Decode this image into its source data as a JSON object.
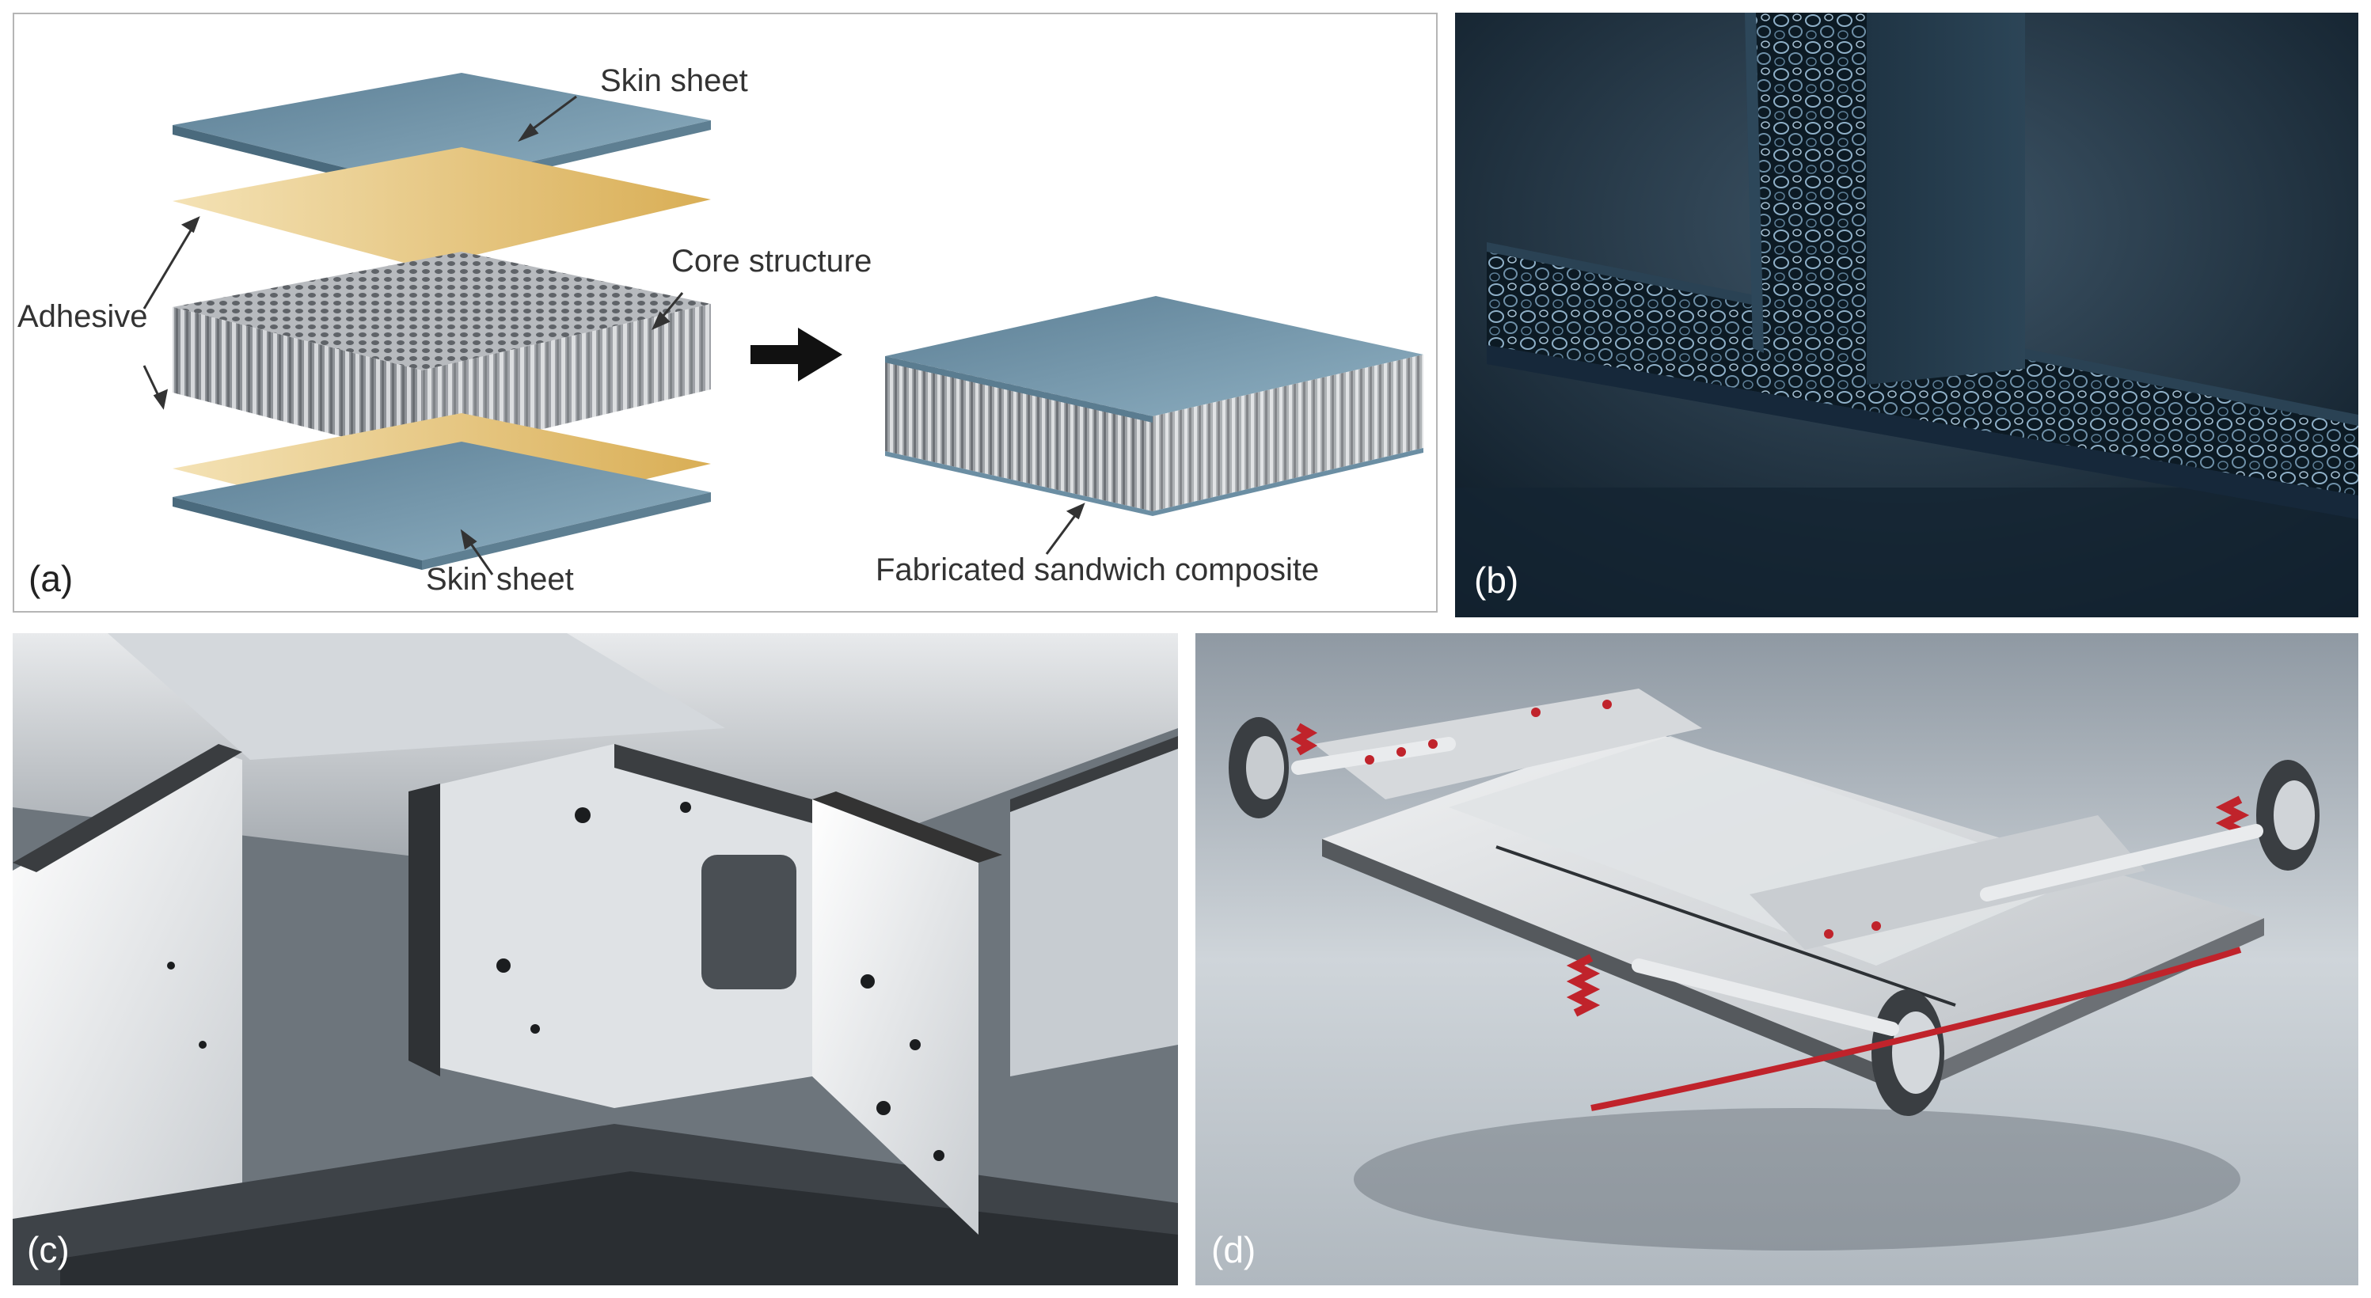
{
  "figure": {
    "panel_a": {
      "panel_label": "(a)",
      "labels": {
        "skin_sheet_top": "Skin sheet",
        "core_structure": "Core structure",
        "adhesive": "Adhesive",
        "skin_sheet_bottom": "Skin sheet",
        "fabricated": "Fabricated sandwich composite"
      }
    },
    "panel_b": {
      "panel_label": "(b)"
    },
    "panel_c": {
      "panel_label": "(c)"
    },
    "panel_d": {
      "panel_label": "(d)"
    }
  },
  "colors": {
    "skin_sheet": "#6b8ea3",
    "adhesive": "#e8c67a",
    "core": "#9a9ea3",
    "metal_foam_bg": "#0d1e2c",
    "suspension_spring": "#c0232b"
  }
}
